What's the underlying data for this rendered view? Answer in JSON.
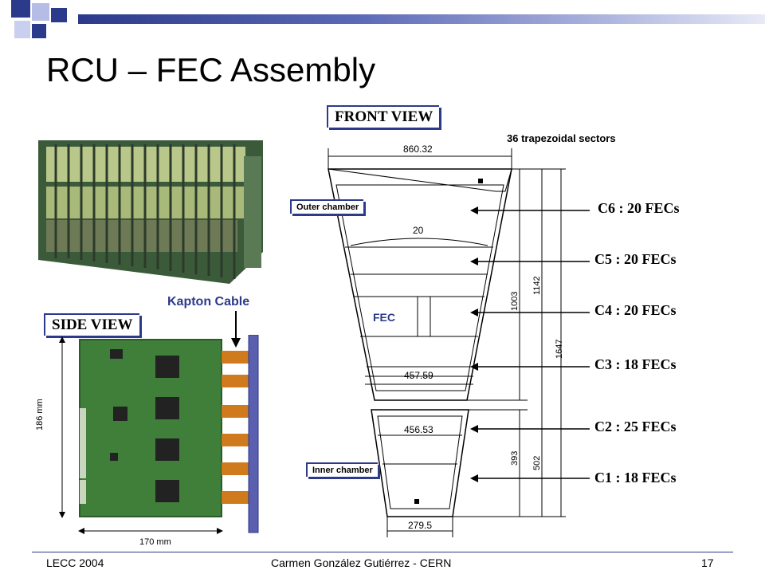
{
  "slide": {
    "title": "RCU – FEC Assembly",
    "front_view_label": "FRONT VIEW",
    "side_view_label": "SIDE VIEW",
    "sectors_note": "36 trapezoidal sectors",
    "outer_chamber_label": "Outer chamber",
    "inner_chamber_label": "Inner chamber",
    "kapton_cable_label": "Kapton Cable",
    "fec_label": "FEC",
    "dim_height_label": "186 mm",
    "dim_width_label": "170 mm",
    "drawing_dims": {
      "top_width": "860.32",
      "outer_inner_width": "20",
      "mid_width_upper": "457.59",
      "mid_width_lower": "456.53",
      "bottom_width": "279.5",
      "h_1003": "1003",
      "h_1142": "1142",
      "h_1647": "1647",
      "h_393": "393",
      "h_502": "502"
    },
    "counts": [
      {
        "name": "C6",
        "value": "20 FECs"
      },
      {
        "name": "C5",
        "value": "20 FECs"
      },
      {
        "name": "C4",
        "value": "20 FECs"
      },
      {
        "name": "C3",
        "value": "18 FECs"
      },
      {
        "name": "C2",
        "value": "25 FECs"
      },
      {
        "name": "C1",
        "value": "18 FECs"
      }
    ]
  },
  "footer": {
    "left": "LECC 2004",
    "center": "Carmen González Gutiérrez - CERN",
    "page": "17"
  },
  "colors": {
    "accent": "#2b3a8a",
    "pcb_green": "#3f7f3a",
    "kapton_orange": "#d07a1e",
    "connector_blue": "#5a5fb0"
  }
}
